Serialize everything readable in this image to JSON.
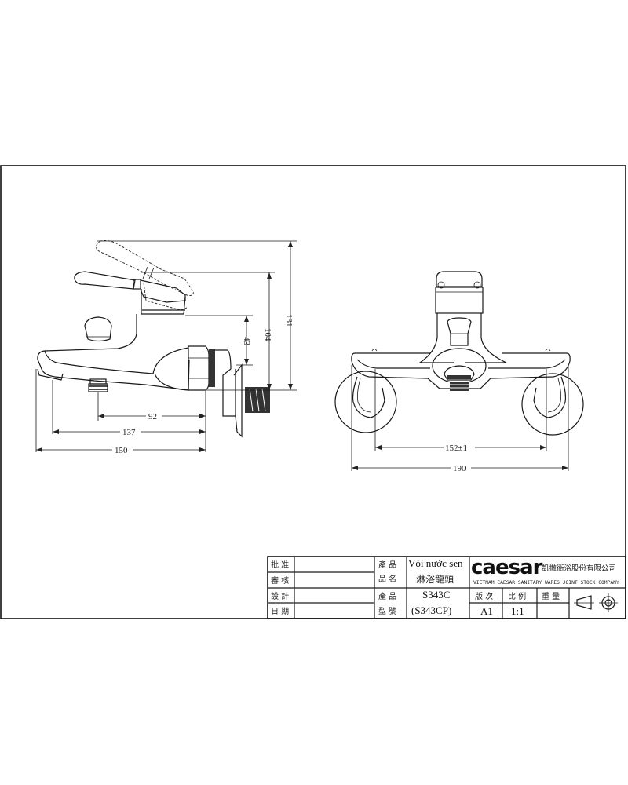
{
  "drawing": {
    "type": "technical-drawing",
    "subject": "wall-mounted bath/shower mixer faucet",
    "views": [
      "side-view",
      "front-view"
    ]
  },
  "side_view": {
    "dimensions": {
      "height_total": "131",
      "height_handle": "104",
      "height_outlet": "43",
      "length_outlet_to_wall": "92",
      "length_spout_to_wall": "137",
      "length_overall": "150"
    }
  },
  "front_view": {
    "dimensions": {
      "center_distance": "152±1",
      "width_overall": "190"
    }
  },
  "title_block": {
    "left_labels": [
      "批 准",
      "審 核",
      "設 計",
      "日 期"
    ],
    "product_name_label": [
      "產 品",
      "品 名"
    ],
    "product_name_vi": "Vòi nước sen",
    "product_name_zh": "淋浴龍頭",
    "product_model_label": [
      "產 品",
      "型 號"
    ],
    "model": "S343C",
    "model_alt": "(S343CP)",
    "brand": "caesar",
    "company_zh": "凱撒衛浴股份有限公司",
    "company_en": "VIETNAM CAESAR SANITARY WARES JOINT STOCK COMPANY",
    "info_headers": [
      "版 次",
      "比 例",
      "重 量"
    ],
    "info_values": [
      "A1",
      "1:1",
      ""
    ],
    "projection_symbol": "third-angle-projection-icon"
  }
}
